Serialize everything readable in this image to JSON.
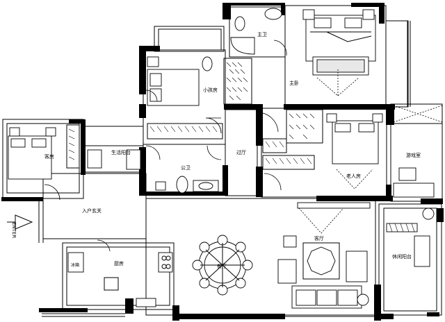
{
  "rooms": {
    "master_bath": "主卫",
    "master_bedroom": "主卧",
    "small_study": "小孩房",
    "guest_room": "客房",
    "utility_balcony": "生活阳台",
    "public_bath": "公卫",
    "hallway": "过厅",
    "elder_room": "老人房",
    "game_room": "游戏室",
    "entrance_hall": "入户玄关",
    "living_room": "客厅",
    "dining_room": "餐厅",
    "kitchen": "厨房",
    "leisure_balcony": "休闲阳台",
    "fridge": "冰箱"
  },
  "entry": {
    "label": "ENTER"
  }
}
